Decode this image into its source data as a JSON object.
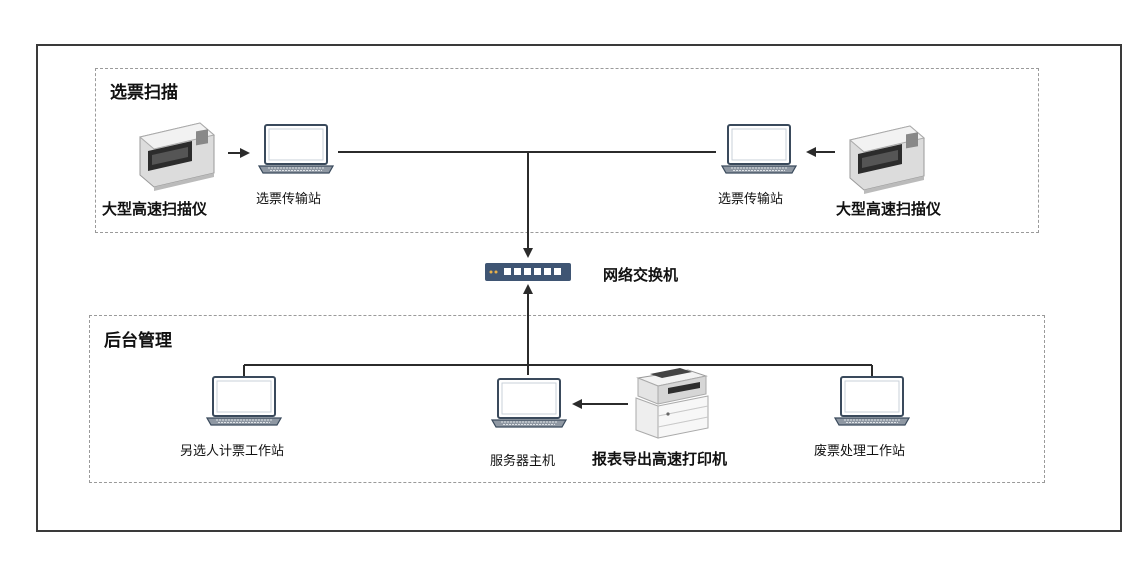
{
  "groups": {
    "scan": {
      "title": "选票扫描"
    },
    "backend": {
      "title": "后台管理"
    }
  },
  "devices": {
    "scanner_left": {
      "label": "大型高速扫描仪",
      "icon": "scanner-icon"
    },
    "laptop_scan_left": {
      "label": "选票传输站",
      "icon": "laptop-icon"
    },
    "laptop_scan_right": {
      "label": "选票传输站",
      "icon": "laptop-icon"
    },
    "scanner_right": {
      "label": "大型高速扫描仪",
      "icon": "scanner-icon"
    },
    "switch": {
      "label": "网络交换机",
      "icon": "network-switch-icon"
    },
    "laptop_recount": {
      "label": "另选人计票工作站",
      "icon": "laptop-icon"
    },
    "server": {
      "label": "服务器主机",
      "icon": "laptop-icon"
    },
    "printer": {
      "label": "报表导出高速打印机",
      "icon": "printer-icon"
    },
    "laptop_invalid": {
      "label": "废票处理工作站",
      "icon": "laptop-icon"
    }
  },
  "colors": {
    "line": "#2b2b2b",
    "frame": "#3a3a3a",
    "dashed": "#9a9a9a",
    "switch": "#3f5573"
  }
}
